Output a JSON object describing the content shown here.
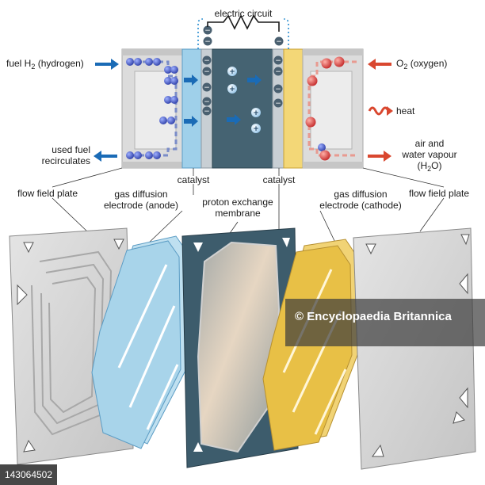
{
  "labels": {
    "electric_circuit": "electric circuit",
    "fuel_prefix": "fuel H",
    "fuel_sub": "2",
    "fuel_suffix": " (hydrogen)",
    "oxygen_prefix": "O",
    "oxygen_sub": "2",
    "oxygen_suffix": " (oxygen)",
    "heat": "heat",
    "used_fuel_line1": "used fuel",
    "used_fuel_line2": "recirculates",
    "air_line1": "air and",
    "air_line2": "water vapour",
    "h2o_prefix": "(H",
    "h2o_sub": "2",
    "h2o_suffix": "O)",
    "catalyst_left": "catalyst",
    "catalyst_right": "catalyst",
    "flow_field_left": "flow field plate",
    "flow_field_right": "flow field plate",
    "gdl_anode_line1": "gas diffusion",
    "gdl_anode_line2": "electrode (anode)",
    "pem_line1": "proton exchange",
    "pem_line2": "membrane",
    "gdl_cathode_line1": "gas diffusion",
    "gdl_cathode_line2": "electrode (cathode)"
  },
  "watermark": {
    "brand": "Encyclopaedia Britannica",
    "copy_symbol": "©",
    "image_id": "143064502"
  },
  "colors": {
    "hydrogen": "#3b50c8",
    "oxygen": "#d83c3c",
    "membrane": "#3d5c6c",
    "anode": "#8fc6e2",
    "cathode": "#e8c046",
    "arrow_blue": "#1a6bb6",
    "arrow_red": "#d9472f",
    "plate": "#d2d2d2"
  }
}
